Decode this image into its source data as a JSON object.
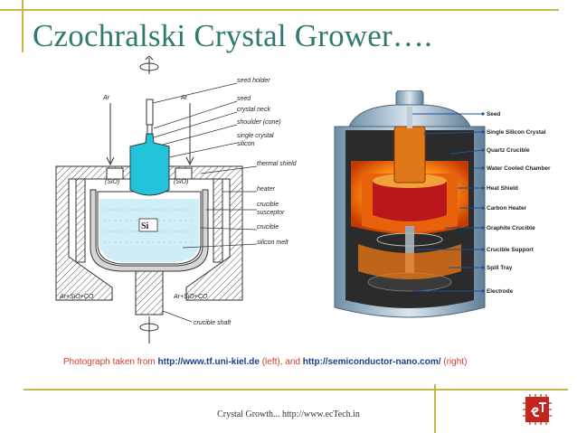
{
  "slide": {
    "title": "Czochralski Crystal Grower….",
    "caption_prefix": "Photograph taken from ",
    "source_left": "http://www.tf.uni-kiel.de",
    "caption_left_tag": " (left),  and ",
    "source_right": "http://semiconductor-nano.com/",
    "caption_right_tag": " (right)",
    "footer": "Crystal Growth...  http://www.ecTech.in"
  },
  "left_diagram": {
    "gas_in_left": "Ar",
    "gas_in_right": "Ar",
    "oxide_left": "(SiO)",
    "oxide_right": "(SiO)",
    "melt_symbol": "Si",
    "exhaust_left": "Ar+SiO+CO",
    "exhaust_right": "Ar+SiO+CO",
    "labels": [
      "seed holder",
      "seed",
      "crystal neck",
      "shoulder (cone)",
      "single crystal",
      "silicon",
      "thermal shield",
      "heater",
      "crucible",
      "susceptor",
      "crucible",
      "silicon melt",
      "crucible shaft"
    ]
  },
  "right_diagram": {
    "labels": [
      "Seed",
      "Single Silicon Crystal",
      "Quartz Crucible",
      "Water Cooled Chamber",
      "Heat Shield",
      "Carbon Heater",
      "Graphite Crucible",
      "Crucible Support",
      "Spill Tray",
      "Electrode"
    ]
  },
  "colors": {
    "title": "#2f7a71",
    "rule": "#c8b54a",
    "caption": "#d0402a",
    "link": "#1f3d8f",
    "crystal": "#22c4dc",
    "melt": "#cfeef5",
    "logo": "#c4241e"
  },
  "icons": {
    "rotation_top": "rotation-arrow-icon",
    "rotation_bottom": "rotation-arrow-icon",
    "logo": "ectech-logo-icon"
  }
}
